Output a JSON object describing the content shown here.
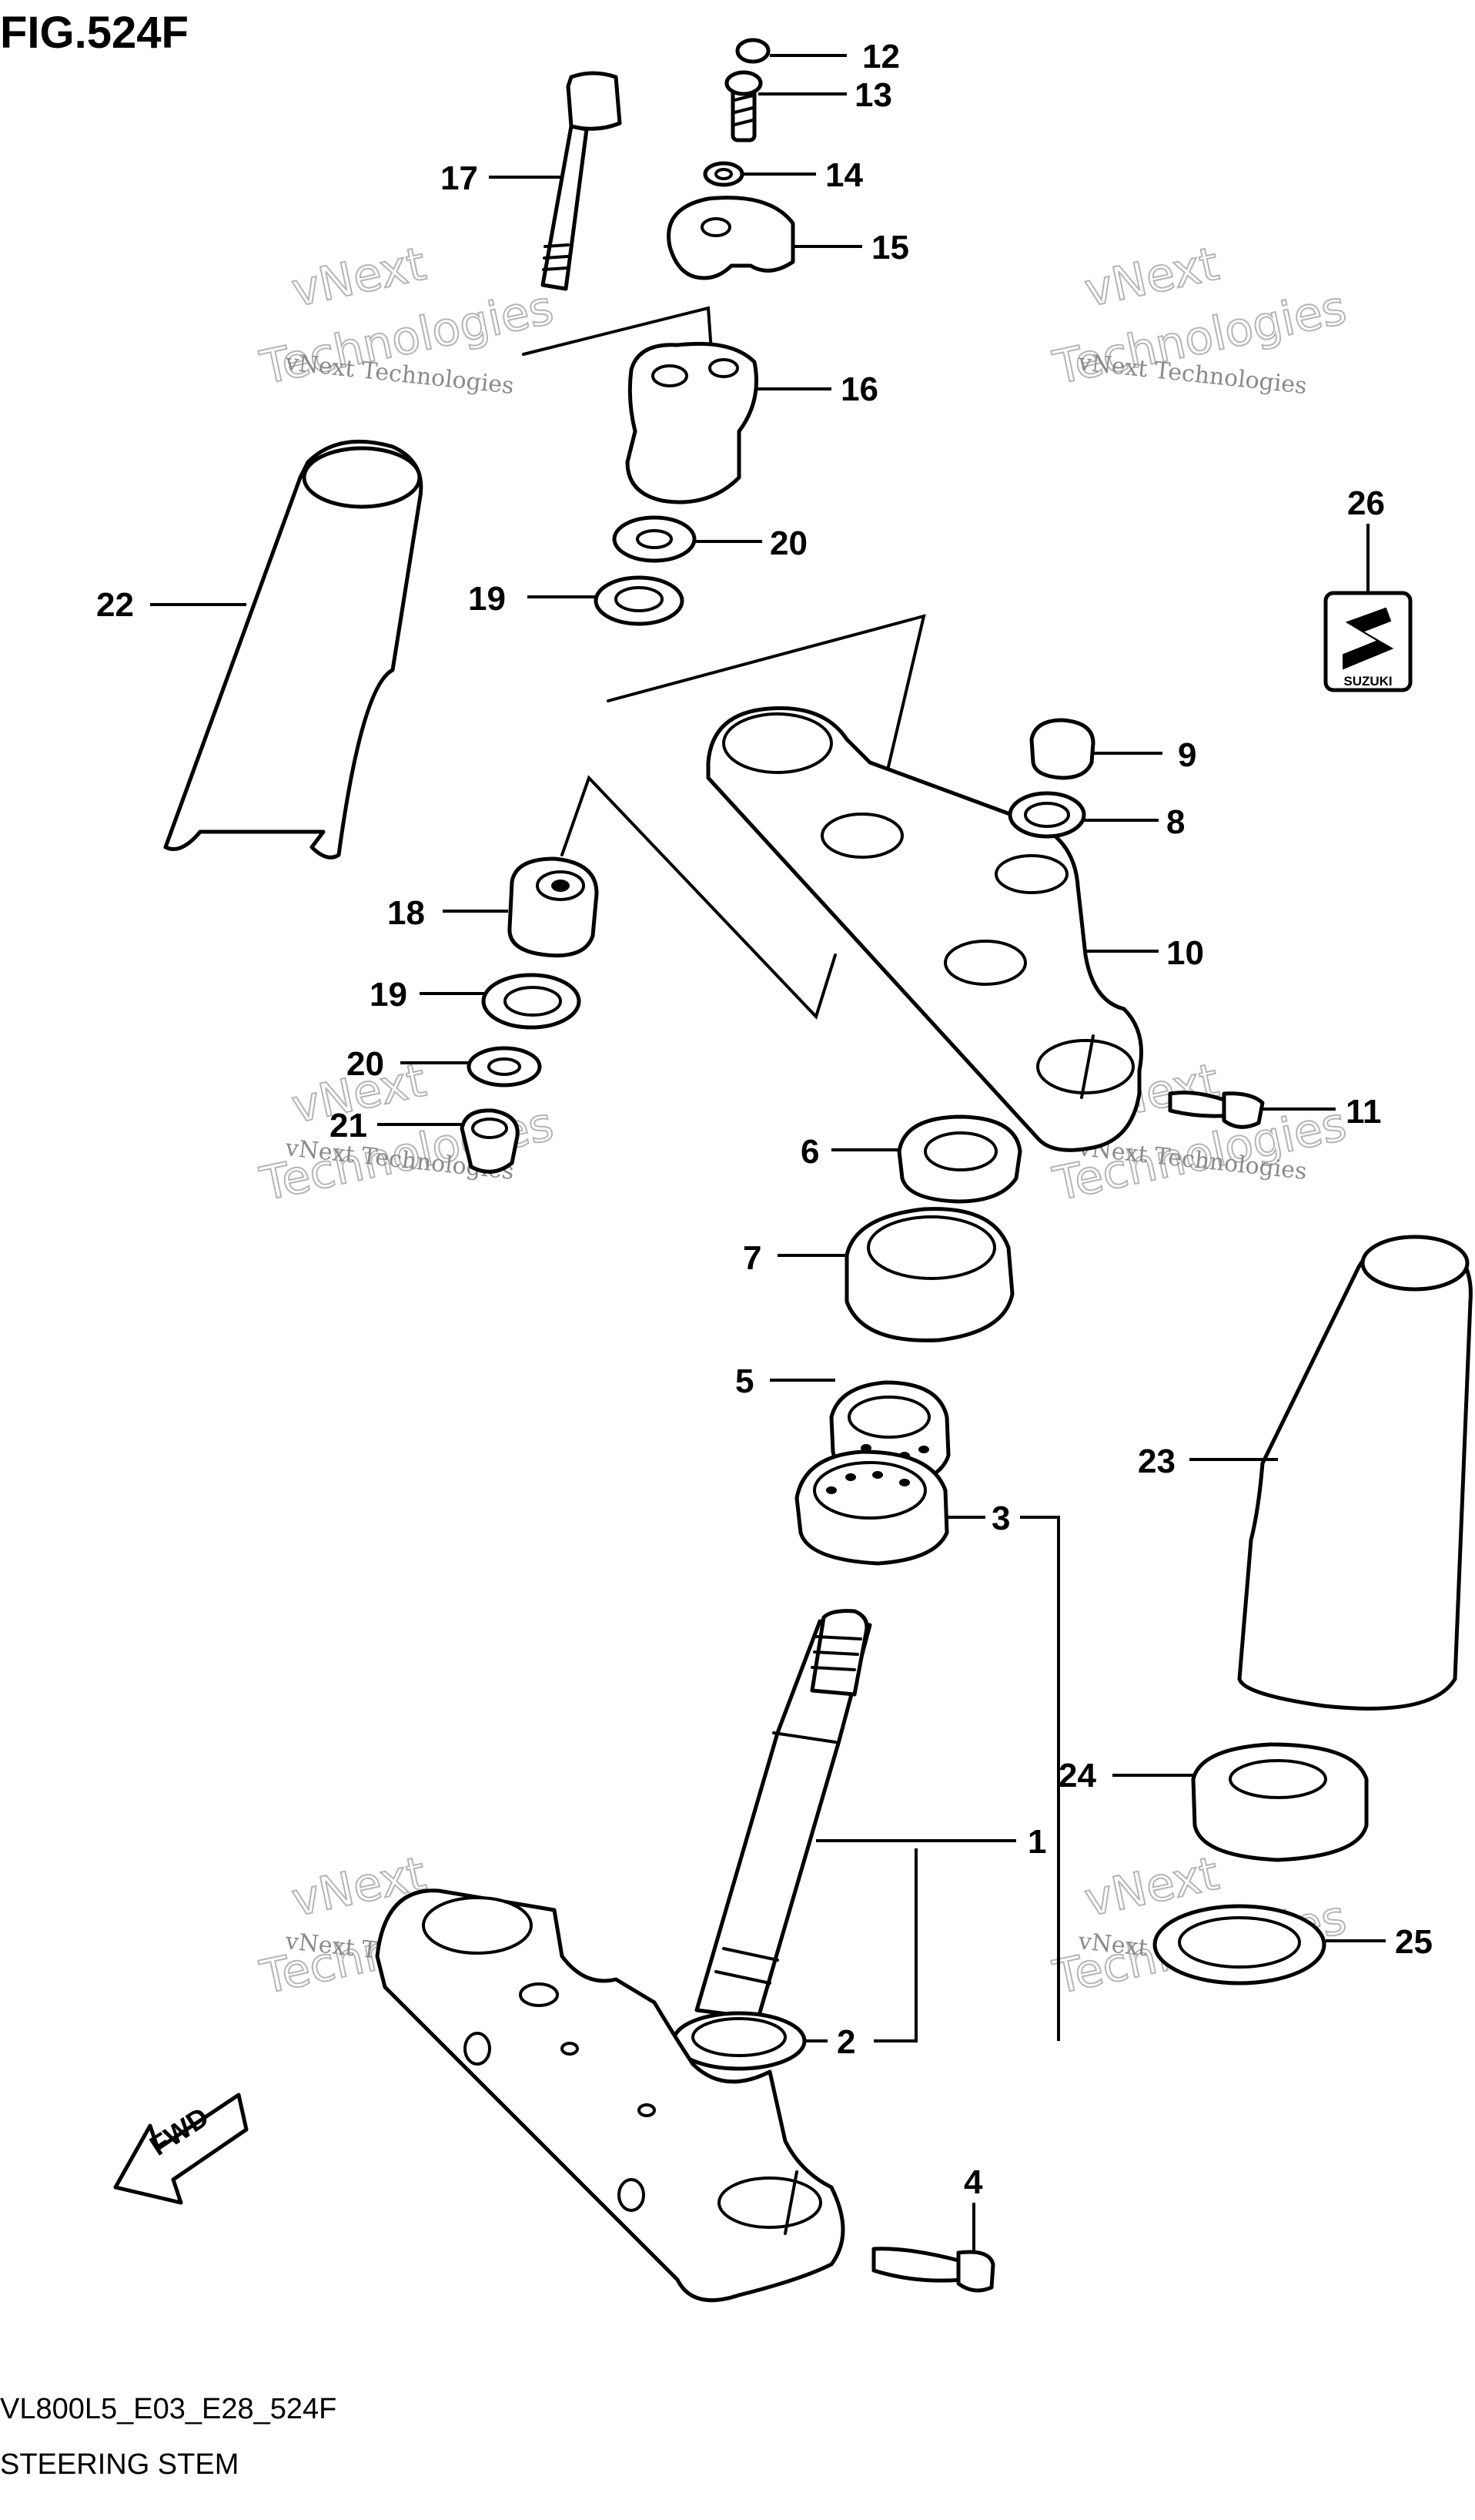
{
  "figure": {
    "title": "FIG.524F",
    "model_code": "VL800L5_E03_E28_524F",
    "caption": "STEERING STEM",
    "fwd_label": "FWD",
    "emblem_text": "SUZUKI"
  },
  "watermark": {
    "line1": "vNext Technologies",
    "line2": "vNext",
    "line3": "Technologies"
  },
  "callouts": [
    {
      "id": "1",
      "label": "1"
    },
    {
      "id": "2",
      "label": "2"
    },
    {
      "id": "3",
      "label": "3"
    },
    {
      "id": "4",
      "label": "4"
    },
    {
      "id": "5",
      "label": "5"
    },
    {
      "id": "6",
      "label": "6"
    },
    {
      "id": "7",
      "label": "7"
    },
    {
      "id": "8",
      "label": "8"
    },
    {
      "id": "9",
      "label": "9"
    },
    {
      "id": "10",
      "label": "10"
    },
    {
      "id": "11",
      "label": "11"
    },
    {
      "id": "12",
      "label": "12"
    },
    {
      "id": "13",
      "label": "13"
    },
    {
      "id": "14",
      "label": "14"
    },
    {
      "id": "15",
      "label": "15"
    },
    {
      "id": "16",
      "label": "16"
    },
    {
      "id": "17",
      "label": "17"
    },
    {
      "id": "18",
      "label": "18"
    },
    {
      "id": "19a",
      "label": "19"
    },
    {
      "id": "19b",
      "label": "19"
    },
    {
      "id": "20a",
      "label": "20"
    },
    {
      "id": "20b",
      "label": "20"
    },
    {
      "id": "21",
      "label": "21"
    },
    {
      "id": "22",
      "label": "22"
    },
    {
      "id": "23",
      "label": "23"
    },
    {
      "id": "24",
      "label": "24"
    },
    {
      "id": "25",
      "label": "25"
    },
    {
      "id": "26",
      "label": "26"
    }
  ]
}
